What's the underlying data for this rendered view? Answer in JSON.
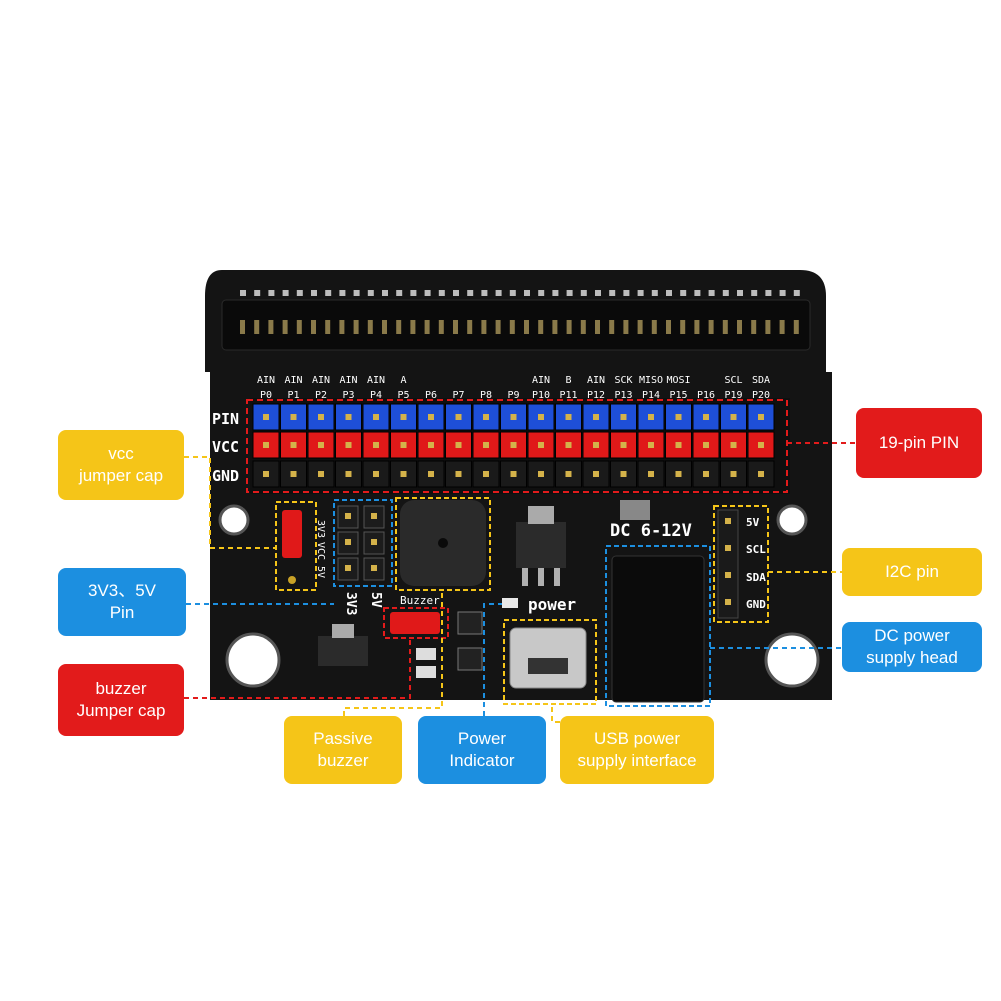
{
  "board": {
    "top_labels": [
      "AIN",
      "AIN",
      "AIN",
      "AIN",
      "AIN",
      "A",
      "AIN",
      "B",
      "AIN",
      "SCK",
      "MISO",
      "MOSI",
      "SCL",
      "SDA"
    ],
    "pin_labels": [
      "P0",
      "P1",
      "P2",
      "P3",
      "P4",
      "P5",
      "P6",
      "P7",
      "P8",
      "P9",
      "P10",
      "P11",
      "P12",
      "P13",
      "P14",
      "P15",
      "P16",
      "P19",
      "P20"
    ],
    "row_labels": [
      "PIN",
      "VCC",
      "GND"
    ],
    "dc_label": "DC 6-12V",
    "power_label": "power",
    "buzzer_label": "Buzzer",
    "i2c_labels": [
      "5V",
      "SCL",
      "SDA",
      "GND"
    ],
    "v33_label": "3V3",
    "v5_label": "5V",
    "jumper_labels": [
      "3V3",
      "VCC",
      "5V"
    ],
    "colors": {
      "pcb": "#111111",
      "pin_row": "#1e4fd8",
      "vcc_row": "#e01919",
      "gnd_row": "#1a1a1a",
      "callout_yellow": "#f5c518",
      "callout_red": "#e21b1b",
      "callout_blue": "#1c8fe0"
    }
  },
  "callouts": {
    "vcc_jumper_cap": "vcc\njumper cap",
    "pin19": "19-pin PIN",
    "i2c_pin": "I2C pin",
    "pin_3v3_5v": "3V3、5V\nPin",
    "dc_power_head": "DC power\nsupply head",
    "buzzer_jumper_cap": "buzzer\nJumper cap",
    "passive_buzzer": "Passive\nbuzzer",
    "power_indicator": "Power\nIndicator",
    "usb_power": "USB power\nsupply interface"
  }
}
